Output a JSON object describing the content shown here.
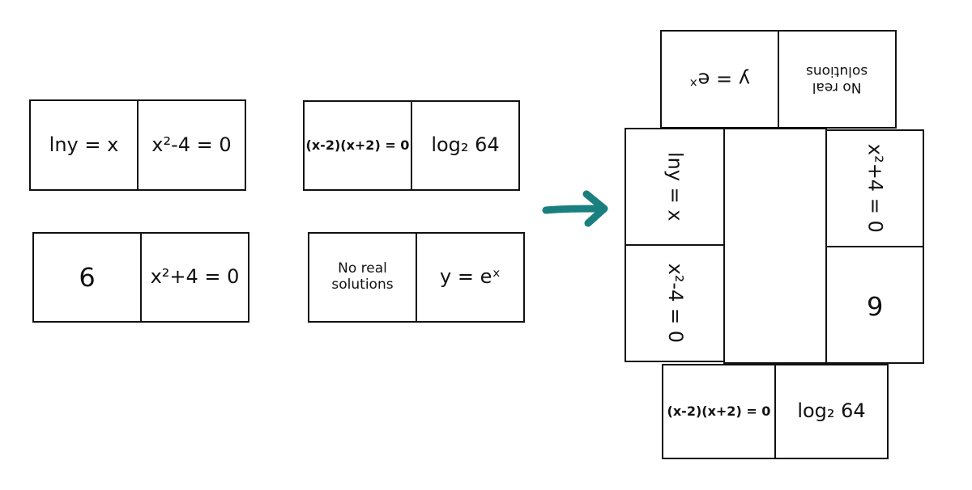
{
  "left_dominoes": [
    {
      "a": "lny = x",
      "b": "x²-4 = 0"
    },
    {
      "a": "(x-2)(x+2) = 0",
      "b": "log₂ 64"
    },
    {
      "a": "6",
      "b": "x²+4 = 0"
    },
    {
      "a": "No real\nsolutions",
      "b": "y = eˣ"
    }
  ],
  "arranged": {
    "top": {
      "a": "y = eˣ",
      "b": "No real\nsolutions"
    },
    "left": {
      "a": "lny = x",
      "b": "x²-4 = 0"
    },
    "right": {
      "a": "x²+4 = 0",
      "b": "6"
    },
    "bottom": {
      "a": "(x-2)(x+2) = 0",
      "b": "log₂ 64"
    }
  },
  "colors": {
    "arrow": "#1a7f7f",
    "lines": "#111111"
  },
  "icons": {
    "arrow": "right-arrow-icon"
  }
}
